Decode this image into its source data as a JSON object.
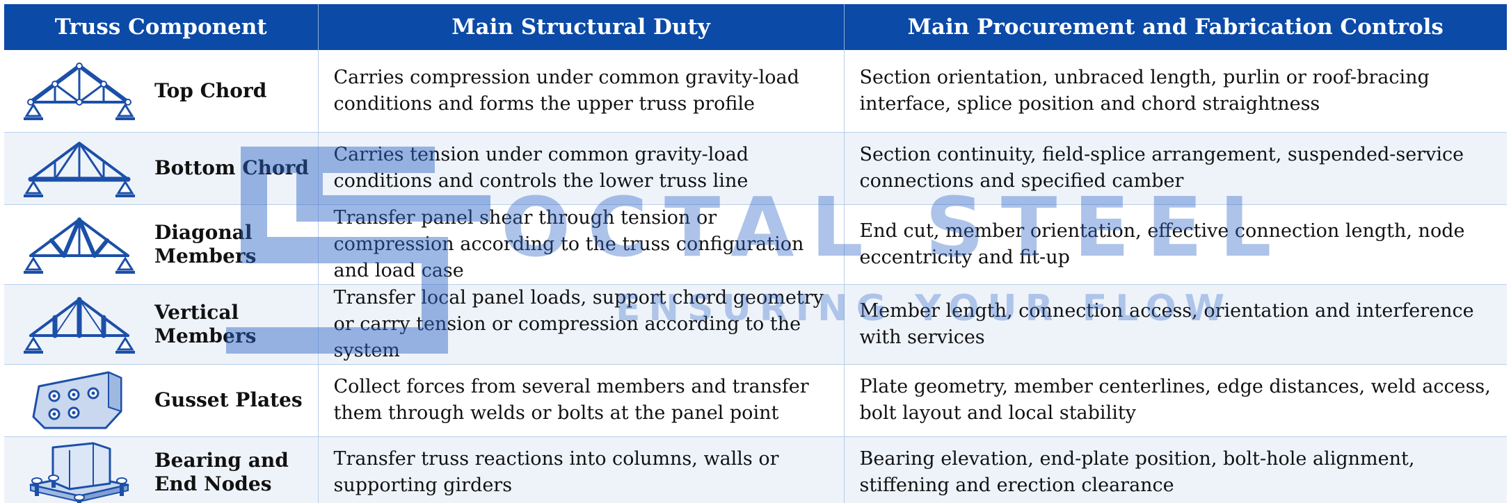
{
  "table": {
    "headers": [
      "Truss Component",
      "Main Structural Duty",
      "Main Procurement and Fabrication Controls"
    ],
    "rows": [
      {
        "icon": "top-chord-truss-icon",
        "component": "Top Chord",
        "duty": "Carries compression under common gravity-load conditions and forms the upper truss profile",
        "controls": "Section orientation, unbraced length, purlin or roof-bracing interface, splice position and chord straightness"
      },
      {
        "icon": "bottom-chord-truss-icon",
        "component": "Bottom Chord",
        "duty": "Carries tension under common gravity-load conditions and controls the lower truss line",
        "controls": "Section continuity, field-splice arrangement, suspended-service connections and specified camber"
      },
      {
        "icon": "diagonal-members-truss-icon",
        "component": "Diagonal Members",
        "duty": "Transfer panel shear through tension or compression according to the truss configuration and load case",
        "controls": "End cut, member orientation, effective connection length, node eccentricity and fit-up"
      },
      {
        "icon": "vertical-members-truss-icon",
        "component": "Vertical Members",
        "duty": "Transfer local panel loads, support chord geometry or carry tension or compression according to the system",
        "controls": "Member length, connection access, orientation and interference with services"
      },
      {
        "icon": "gusset-plate-icon",
        "component": "Gusset Plates",
        "duty": "Collect forces from several members and transfer them through welds or bolts at the panel point",
        "controls": "Plate geometry, member centerlines, edge distances, weld access, bolt layout and local stability"
      },
      {
        "icon": "bearing-end-node-icon",
        "component": "Bearing and End Nodes",
        "duty": "Transfer truss reactions into columns, walls or supporting girders",
        "controls": "Bearing elevation, end-plate position, bolt-hole alignment, stiffening and erection clearance"
      }
    ]
  },
  "watermark": {
    "title": "OCTAL STEEL",
    "subtitle": "ENSURING YOUR FLOW"
  },
  "colors": {
    "header_bg": "#0b4aa6",
    "alt_row_bg": "#eef3fa",
    "icon_blue": "#1c4fa8",
    "watermark_blue": "#2a63c6"
  }
}
